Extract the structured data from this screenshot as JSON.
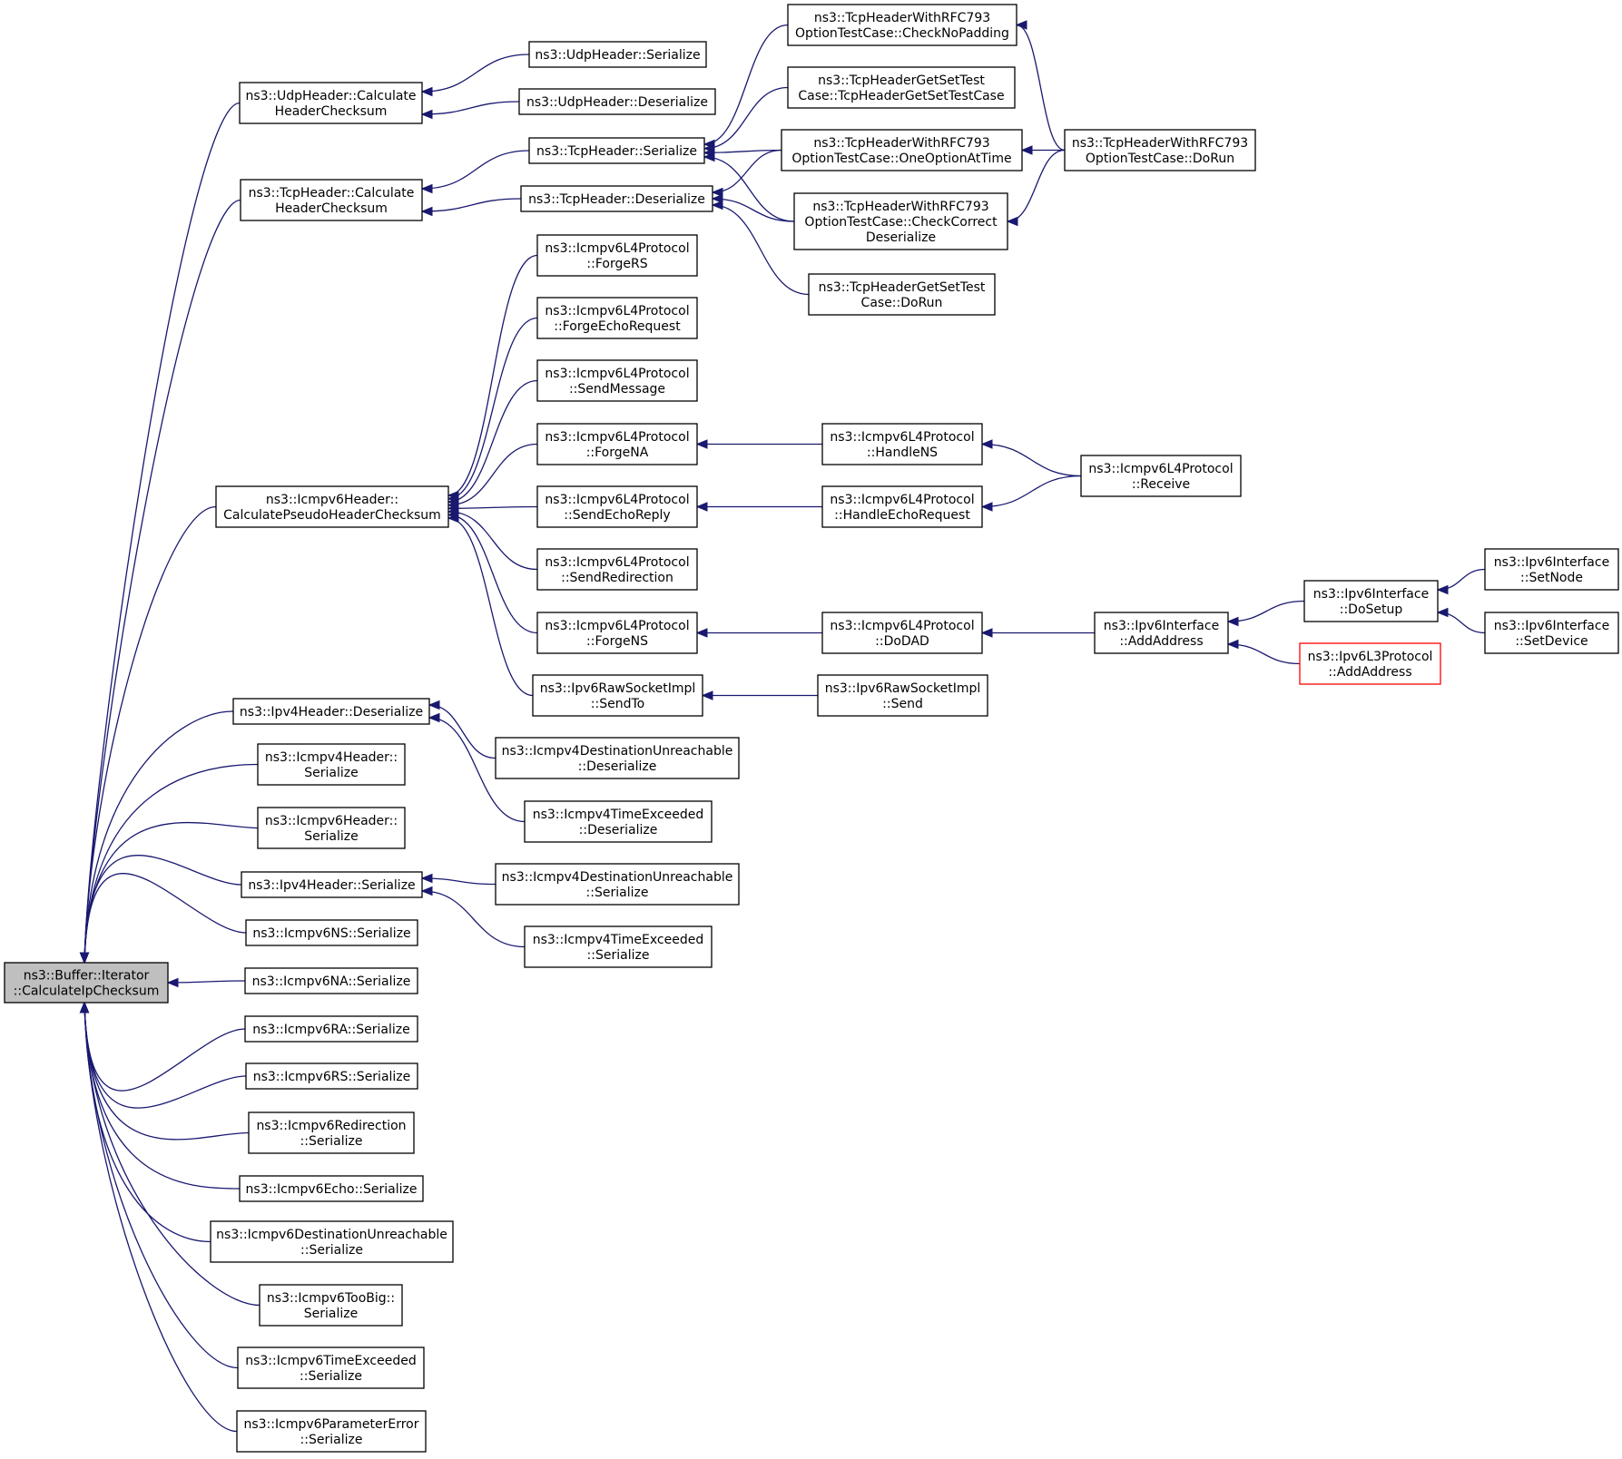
{
  "colors": {
    "edge": "#191970",
    "root_fill": "#bfbfbf",
    "node_fill": "#ffffff",
    "border": "#000000",
    "border_truncated": "#ff0000"
  },
  "nodes": [
    {
      "id": "root",
      "lines": [
        "ns3::Buffer::Iterator",
        "::CalculateIpChecksum"
      ]
    },
    {
      "id": "udp_calc",
      "lines": [
        "ns3::UdpHeader::Calculate",
        "HeaderChecksum"
      ]
    },
    {
      "id": "udp_ser",
      "lines": [
        "ns3::UdpHeader::Serialize"
      ]
    },
    {
      "id": "udp_des",
      "lines": [
        "ns3::UdpHeader::Deserialize"
      ]
    },
    {
      "id": "tcp_calc",
      "lines": [
        "ns3::TcpHeader::Calculate",
        "HeaderChecksum"
      ]
    },
    {
      "id": "tcp_ser",
      "lines": [
        "ns3::TcpHeader::Serialize"
      ]
    },
    {
      "id": "tcp_des",
      "lines": [
        "ns3::TcpHeader::Deserialize"
      ]
    },
    {
      "id": "rfc_nopad",
      "lines": [
        "ns3::TcpHeaderWithRFC793",
        "OptionTestCase::CheckNoPadding"
      ]
    },
    {
      "id": "getset_tc",
      "lines": [
        "ns3::TcpHeaderGetSetTest",
        "Case::TcpHeaderGetSetTestCase"
      ]
    },
    {
      "id": "rfc_one",
      "lines": [
        "ns3::TcpHeaderWithRFC793",
        "OptionTestCase::OneOptionAtTime"
      ]
    },
    {
      "id": "rfc_dorun",
      "lines": [
        "ns3::TcpHeaderWithRFC793",
        "OptionTestCase::DoRun"
      ]
    },
    {
      "id": "rfc_correct",
      "lines": [
        "ns3::TcpHeaderWithRFC793",
        "OptionTestCase::CheckCorrect",
        "Deserialize"
      ]
    },
    {
      "id": "getset_dorun",
      "lines": [
        "ns3::TcpHeaderGetSetTest",
        "Case::DoRun"
      ]
    },
    {
      "id": "icmp6_pseudo",
      "lines": [
        "ns3::Icmpv6Header::",
        "CalculatePseudoHeaderChecksum"
      ]
    },
    {
      "id": "l4_forgers",
      "lines": [
        "ns3::Icmpv6L4Protocol",
        "::ForgeRS"
      ]
    },
    {
      "id": "l4_forgeecho",
      "lines": [
        "ns3::Icmpv6L4Protocol",
        "::ForgeEchoRequest"
      ]
    },
    {
      "id": "l4_sendmsg",
      "lines": [
        "ns3::Icmpv6L4Protocol",
        "::SendMessage"
      ]
    },
    {
      "id": "l4_forgena",
      "lines": [
        "ns3::Icmpv6L4Protocol",
        "::ForgeNA"
      ]
    },
    {
      "id": "l4_sendechoreply",
      "lines": [
        "ns3::Icmpv6L4Protocol",
        "::SendEchoReply"
      ]
    },
    {
      "id": "l4_sendredir",
      "lines": [
        "ns3::Icmpv6L4Protocol",
        "::SendRedirection"
      ]
    },
    {
      "id": "l4_forgens",
      "lines": [
        "ns3::Icmpv6L4Protocol",
        "::ForgeNS"
      ]
    },
    {
      "id": "raw_sendto",
      "lines": [
        "ns3::Ipv6RawSocketImpl",
        "::SendTo"
      ]
    },
    {
      "id": "l4_handlens",
      "lines": [
        "ns3::Icmpv6L4Protocol",
        "::HandleNS"
      ]
    },
    {
      "id": "l4_handleecho",
      "lines": [
        "ns3::Icmpv6L4Protocol",
        "::HandleEchoRequest"
      ]
    },
    {
      "id": "l4_receive",
      "lines": [
        "ns3::Icmpv6L4Protocol",
        "::Receive"
      ]
    },
    {
      "id": "l4_dodad",
      "lines": [
        "ns3::Icmpv6L4Protocol",
        "::DoDAD"
      ]
    },
    {
      "id": "if_addaddr",
      "lines": [
        "ns3::Ipv6Interface",
        "::AddAddress"
      ]
    },
    {
      "id": "if_dosetup",
      "lines": [
        "ns3::Ipv6Interface",
        "::DoSetup"
      ]
    },
    {
      "id": "l3_addaddr",
      "lines": [
        "ns3::Ipv6L3Protocol",
        "::AddAddress"
      ],
      "truncated": true
    },
    {
      "id": "if_setnode",
      "lines": [
        "ns3::Ipv6Interface",
        "::SetNode"
      ]
    },
    {
      "id": "if_setdev",
      "lines": [
        "ns3::Ipv6Interface",
        "::SetDevice"
      ]
    },
    {
      "id": "raw_send",
      "lines": [
        "ns3::Ipv6RawSocketImpl",
        "::Send"
      ]
    },
    {
      "id": "ipv4_des",
      "lines": [
        "ns3::Ipv4Header::Deserialize"
      ]
    },
    {
      "id": "icmp4dst_des",
      "lines": [
        "ns3::Icmpv4DestinationUnreachable",
        "::Deserialize"
      ]
    },
    {
      "id": "icmp4time_des",
      "lines": [
        "ns3::Icmpv4TimeExceeded",
        "::Deserialize"
      ]
    },
    {
      "id": "icmp4_ser",
      "lines": [
        "ns3::Icmpv4Header::",
        "Serialize"
      ]
    },
    {
      "id": "icmp6_ser",
      "lines": [
        "ns3::Icmpv6Header::",
        "Serialize"
      ]
    },
    {
      "id": "ipv4_ser",
      "lines": [
        "ns3::Ipv4Header::Serialize"
      ]
    },
    {
      "id": "icmp4dst_ser",
      "lines": [
        "ns3::Icmpv4DestinationUnreachable",
        "::Serialize"
      ]
    },
    {
      "id": "icmp4time_ser",
      "lines": [
        "ns3::Icmpv4TimeExceeded",
        "::Serialize"
      ]
    },
    {
      "id": "ns_ser",
      "lines": [
        "ns3::Icmpv6NS::Serialize"
      ]
    },
    {
      "id": "na_ser",
      "lines": [
        "ns3::Icmpv6NA::Serialize"
      ]
    },
    {
      "id": "ra_ser",
      "lines": [
        "ns3::Icmpv6RA::Serialize"
      ]
    },
    {
      "id": "rs_ser",
      "lines": [
        "ns3::Icmpv6RS::Serialize"
      ]
    },
    {
      "id": "redir_ser",
      "lines": [
        "ns3::Icmpv6Redirection",
        "::Serialize"
      ]
    },
    {
      "id": "echo_ser",
      "lines": [
        "ns3::Icmpv6Echo::Serialize"
      ]
    },
    {
      "id": "dstun_ser",
      "lines": [
        "ns3::Icmpv6DestinationUnreachable",
        "::Serialize"
      ]
    },
    {
      "id": "toobig_ser",
      "lines": [
        "ns3::Icmpv6TooBig::",
        "Serialize"
      ]
    },
    {
      "id": "timeex_ser",
      "lines": [
        "ns3::Icmpv6TimeExceeded",
        "::Serialize"
      ]
    },
    {
      "id": "paramerr_ser",
      "lines": [
        "ns3::Icmpv6ParameterError",
        "::Serialize"
      ]
    }
  ],
  "edges": [
    {
      "from": "udp_calc",
      "to": "root"
    },
    {
      "from": "tcp_calc",
      "to": "root"
    },
    {
      "from": "icmp6_pseudo",
      "to": "root"
    },
    {
      "from": "ipv4_des",
      "to": "root"
    },
    {
      "from": "icmp4_ser",
      "to": "root"
    },
    {
      "from": "icmp6_ser",
      "to": "root"
    },
    {
      "from": "ipv4_ser",
      "to": "root"
    },
    {
      "from": "ns_ser",
      "to": "root"
    },
    {
      "from": "na_ser",
      "to": "root"
    },
    {
      "from": "ra_ser",
      "to": "root"
    },
    {
      "from": "rs_ser",
      "to": "root"
    },
    {
      "from": "redir_ser",
      "to": "root"
    },
    {
      "from": "echo_ser",
      "to": "root"
    },
    {
      "from": "dstun_ser",
      "to": "root"
    },
    {
      "from": "toobig_ser",
      "to": "root"
    },
    {
      "from": "timeex_ser",
      "to": "root"
    },
    {
      "from": "paramerr_ser",
      "to": "root"
    },
    {
      "from": "udp_ser",
      "to": "udp_calc"
    },
    {
      "from": "udp_des",
      "to": "udp_calc"
    },
    {
      "from": "tcp_ser",
      "to": "tcp_calc"
    },
    {
      "from": "tcp_des",
      "to": "tcp_calc"
    },
    {
      "from": "rfc_nopad",
      "to": "tcp_ser"
    },
    {
      "from": "getset_tc",
      "to": "tcp_ser"
    },
    {
      "from": "rfc_one",
      "to": "tcp_ser"
    },
    {
      "from": "rfc_correct",
      "to": "tcp_ser"
    },
    {
      "from": "rfc_one",
      "to": "tcp_des"
    },
    {
      "from": "rfc_correct",
      "to": "tcp_des"
    },
    {
      "from": "getset_dorun",
      "to": "tcp_des"
    },
    {
      "from": "rfc_dorun",
      "to": "rfc_nopad"
    },
    {
      "from": "rfc_dorun",
      "to": "rfc_one"
    },
    {
      "from": "rfc_dorun",
      "to": "rfc_correct"
    },
    {
      "from": "l4_forgers",
      "to": "icmp6_pseudo"
    },
    {
      "from": "l4_forgeecho",
      "to": "icmp6_pseudo"
    },
    {
      "from": "l4_sendmsg",
      "to": "icmp6_pseudo"
    },
    {
      "from": "l4_forgena",
      "to": "icmp6_pseudo"
    },
    {
      "from": "l4_sendechoreply",
      "to": "icmp6_pseudo"
    },
    {
      "from": "l4_sendredir",
      "to": "icmp6_pseudo"
    },
    {
      "from": "l4_forgens",
      "to": "icmp6_pseudo"
    },
    {
      "from": "raw_sendto",
      "to": "icmp6_pseudo"
    },
    {
      "from": "l4_handlens",
      "to": "l4_forgena"
    },
    {
      "from": "l4_handleecho",
      "to": "l4_sendechoreply"
    },
    {
      "from": "l4_receive",
      "to": "l4_handlens"
    },
    {
      "from": "l4_receive",
      "to": "l4_handleecho"
    },
    {
      "from": "l4_dodad",
      "to": "l4_forgens"
    },
    {
      "from": "if_addaddr",
      "to": "l4_dodad"
    },
    {
      "from": "if_dosetup",
      "to": "if_addaddr"
    },
    {
      "from": "l3_addaddr",
      "to": "if_addaddr"
    },
    {
      "from": "if_setnode",
      "to": "if_dosetup"
    },
    {
      "from": "if_setdev",
      "to": "if_dosetup"
    },
    {
      "from": "raw_send",
      "to": "raw_sendto"
    },
    {
      "from": "icmp4dst_des",
      "to": "ipv4_des"
    },
    {
      "from": "icmp4time_des",
      "to": "ipv4_des"
    },
    {
      "from": "icmp4dst_ser",
      "to": "ipv4_ser"
    },
    {
      "from": "icmp4time_ser",
      "to": "ipv4_ser"
    }
  ]
}
